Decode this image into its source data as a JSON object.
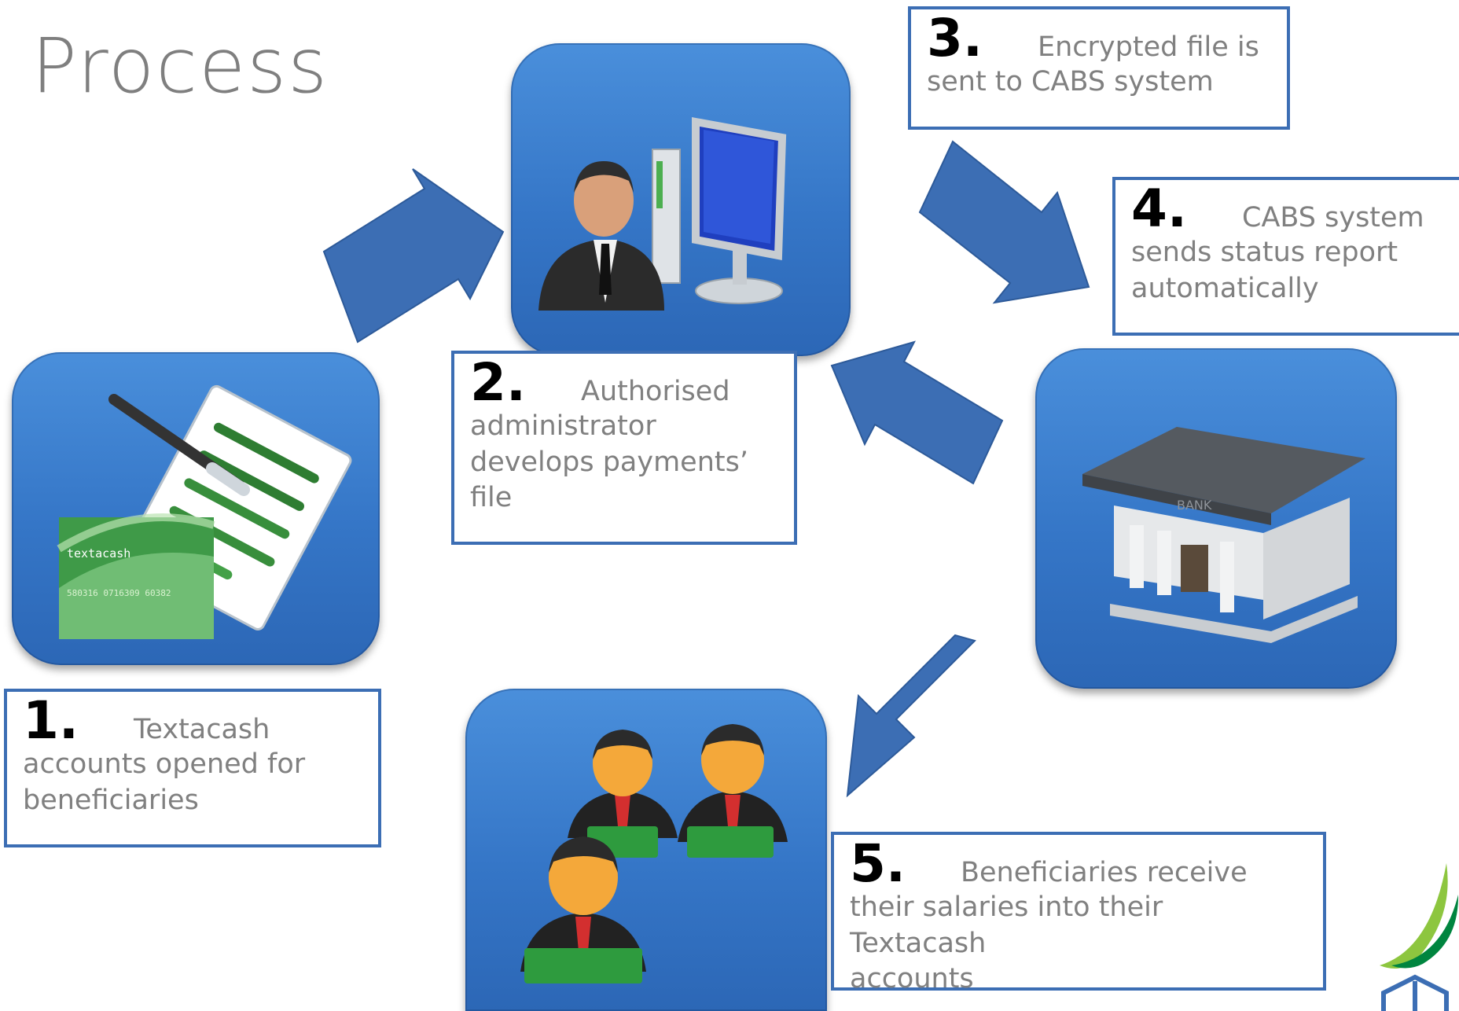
{
  "title": "Process",
  "steps": [
    {
      "number": "1.",
      "lines": [
        "Textacash",
        "accounts opened for",
        "beneficiaries"
      ]
    },
    {
      "number": "2.",
      "lines": [
        "Authorised",
        "administrator",
        "develops payments’",
        "file"
      ]
    },
    {
      "number": "3.",
      "lines": [
        "Encrypted file is",
        "sent to CABS system"
      ]
    },
    {
      "number": "4.",
      "lines": [
        "CABS system",
        "sends status report",
        "automatically"
      ]
    },
    {
      "number": "5.",
      "lines": [
        "Beneficiaries receive",
        "their salaries into their Textacash",
        "accounts"
      ]
    }
  ],
  "card": {
    "brand": "textacash",
    "card_number": "580316 0716309 60382"
  },
  "bank_sign": "BANK",
  "colors": {
    "arrow": "#3c6eb4",
    "tile": "#3a7ccc",
    "box_border": "#3c6eb4",
    "text": "#808080"
  },
  "icons": [
    "document-pen-icon",
    "admin-computer-icon",
    "bank-building-icon",
    "people-money-icon",
    "company-logo-icon"
  ]
}
